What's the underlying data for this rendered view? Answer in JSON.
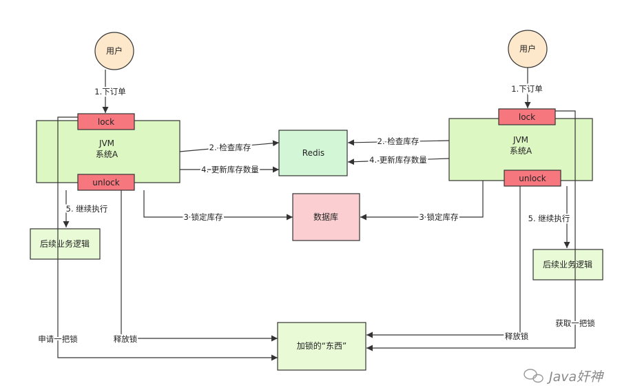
{
  "colors": {
    "user_fill": "#fde8cb",
    "jvm_fill": "#ddf7c3",
    "lock_fill": "#f7777f",
    "redis_fill": "#d2f6d6",
    "db_fill": "#fbcfd1",
    "green_box_fill": "#e9fbd6",
    "stroke": "#333333"
  },
  "left": {
    "user": "用户",
    "order_label": "1.下订单",
    "jvm_line1": "JVM",
    "jvm_line2": "系统A",
    "lock": "lock",
    "unlock": "unlock",
    "continue_label": "5. 继续执行",
    "followup": "后续业务逻辑",
    "check_stock": "2. 检查库存",
    "update_stock": "4. 更新库存数量",
    "lock_stock": "3 锁定库存",
    "apply_lock": "申请一把锁",
    "release_lock": "释放锁"
  },
  "right": {
    "user": "用户",
    "order_label": "1.下订单",
    "jvm_line1": "JVM",
    "jvm_line2": "系统A",
    "lock": "lock",
    "unlock": "unlock",
    "continue_label": "5. 继续执行",
    "followup": "后续业务逻辑",
    "check_stock": "2. 检查库存",
    "update_stock": "4. 更新库存数量",
    "lock_stock": "3 锁定库存",
    "acquire_lock": "获取一把锁",
    "release_lock": "释放锁"
  },
  "center": {
    "redis": "Redis",
    "database": "数据库",
    "lock_thing": "加锁的“东西”"
  },
  "watermark": "Java奸神"
}
